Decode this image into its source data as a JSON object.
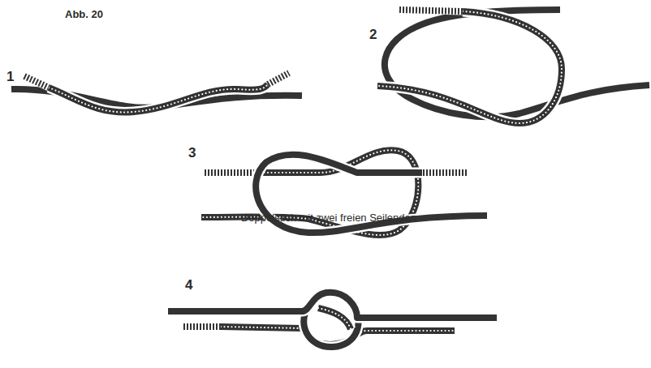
{
  "diagram": {
    "title": "Abb. 20",
    "caption": "Doppelstich mit zwei freien Seilenden",
    "labels": [
      "1",
      "2",
      "3",
      "4"
    ]
  }
}
